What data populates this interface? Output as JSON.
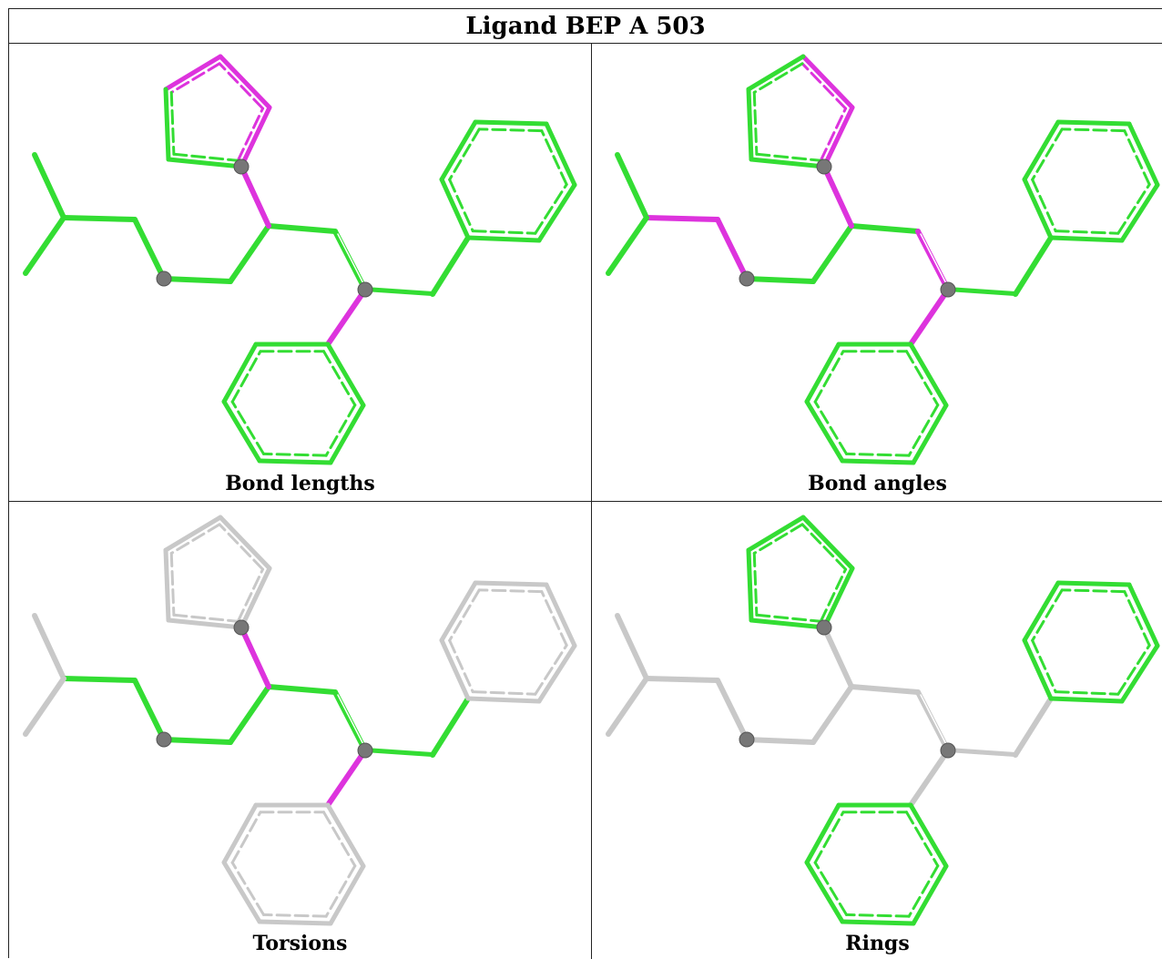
{
  "title": "Ligand BEP A 503",
  "colors": {
    "green": "#33dd33",
    "magenta": "#dd33dd",
    "grey": "#c8c8c8",
    "atom": "#777777"
  },
  "panels": [
    {
      "caption": "Bond lengths",
      "default": "green",
      "highlights": {
        "mag": [
          "r2a",
          "r2b",
          "r2c",
          "b10",
          "b12"
        ],
        "grey": []
      },
      "rings": {
        "pent": "green",
        "h1": "green",
        "h2": "green"
      }
    },
    {
      "caption": "Bond angles",
      "default": "green",
      "highlights": {
        "mag": [
          "r2a",
          "r2b",
          "b2",
          "b3",
          "b10",
          "b11",
          "b12"
        ],
        "grey": []
      },
      "rings": {
        "pent": "green",
        "h1": "green",
        "h2": "green"
      }
    },
    {
      "caption": "Torsions",
      "default": "grey",
      "highlights": {
        "mag": [
          "b10",
          "b12"
        ],
        "green": [
          "b2",
          "b3",
          "b4",
          "b5",
          "b6",
          "b11",
          "b13",
          "b14"
        ]
      },
      "rings": {
        "pent": "grey",
        "h1": "grey",
        "h2": "grey"
      }
    },
    {
      "caption": "Rings",
      "default": "grey",
      "highlights": {
        "mag": [],
        "green": []
      },
      "rings": {
        "pent": "green",
        "h1": "green",
        "h2": "green"
      }
    }
  ]
}
